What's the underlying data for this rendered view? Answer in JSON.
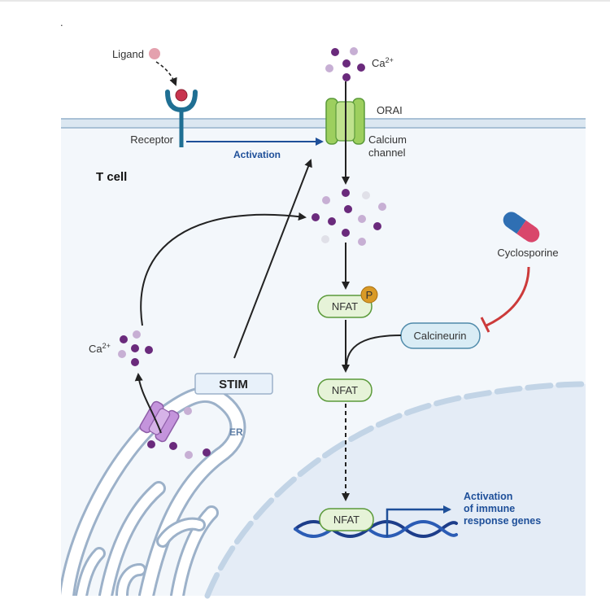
{
  "labels": {
    "dot": ".",
    "ligand": "Ligand",
    "ca_top": "Ca",
    "ca_top_sup": "2+",
    "orai": "ORAI",
    "calcium_channel_1": "Calcium",
    "calcium_channel_2": "channel",
    "receptor": "Receptor",
    "activation": "Activation",
    "t_cell": "T cell",
    "cyclosporine": "Cyclosporine",
    "nfat_p": "NFAT",
    "phospho": "P",
    "calcineurin": "Calcineurin",
    "ca_left": "Ca",
    "ca_left_sup": "2+",
    "stim": "STIM",
    "nfat_mid": "NFAT",
    "er": "ER",
    "nfat_bottom": "NFAT",
    "activation_genes_1": "Activation",
    "activation_genes_2": "of immune",
    "activation_genes_3": "response genes"
  },
  "colors": {
    "membrane": "#b9cfe0",
    "cytoplasm": "#f3f7fb",
    "nucleus": "#e4ecf6",
    "ca_dark": "#6a2a7c",
    "ca_light": "#c7afd4",
    "receptor": "#1f6f93",
    "ligand": "#e4a1ae",
    "channel": "#9dcf5e",
    "activation_blue": "#1e4f99",
    "nfat_fill": "#e6f3d8",
    "nfat_stroke": "#5b9a3a",
    "phospho": "#d99a27",
    "calcineurin_fill": "#d9ecf5",
    "calcineurin_stroke": "#4f8aaa",
    "inhibit_red": "#cc3a3a",
    "stim_fill": "#e8f1fa",
    "stim_channel": "#c494dc",
    "dna": "#1d3d8a"
  }
}
